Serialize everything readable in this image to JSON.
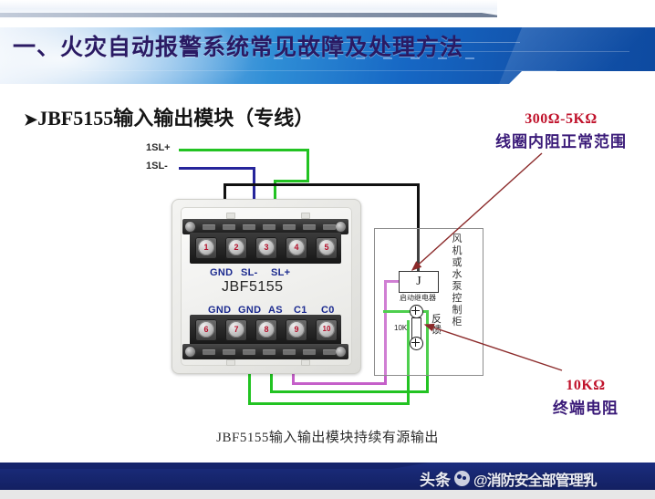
{
  "banner": {
    "title": "一、火灾自动报警系统常见故障及处理方法"
  },
  "subtitle": {
    "bullet": "➤",
    "text": "JBF5155输入输出模块（专线）"
  },
  "callouts": {
    "coil": {
      "value": "300Ω-5KΩ",
      "description": "线圈内阻正常范围"
    },
    "terminator": {
      "value": "10KΩ",
      "description": "终端电阻"
    }
  },
  "wire_labels": {
    "sl_plus": "1SL+",
    "sl_minus": "1SL-"
  },
  "device": {
    "model": "JBF5155",
    "top_terminals": [
      {
        "number": "1",
        "label": "GND"
      },
      {
        "number": "2",
        "label": "SL-"
      },
      {
        "number": "3",
        "label": "SL+"
      },
      {
        "number": "4",
        "label": ""
      },
      {
        "number": "5",
        "label": ""
      }
    ],
    "bottom_terminals": [
      {
        "number": "6",
        "label": "GND"
      },
      {
        "number": "7",
        "label": "GND"
      },
      {
        "number": "8",
        "label": "AS"
      },
      {
        "number": "9",
        "label": "C1"
      },
      {
        "number": "10",
        "label": "C0"
      }
    ],
    "top_label_group": "GND SL-  SL+",
    "bottom_label_group": "GND GND AS  C1  C0"
  },
  "cabinet": {
    "relay_symbol": "J",
    "relay_caption": "启动继电器",
    "resistor_value": "10K",
    "feedback_label": "反馈",
    "vertical_text": "风机或水泵控制柜"
  },
  "caption": "JBF5155输入输出模块持续有源输出",
  "footer": {
    "platform": "头条",
    "handle": "@消防安全部管理乳"
  },
  "colors": {
    "banner_start": "#e9f1fb",
    "banner_end": "#0e4aa0",
    "title_text": "#2a1a63",
    "callout_value": "#c0122b",
    "callout_desc": "#3a1a78",
    "terminal_label": "#1b2a8f",
    "terminal_number": "#b3102a",
    "wire_green": "#22c322",
    "wire_blue": "#26259b",
    "wire_black": "#111111",
    "wire_magenta": "#c55fc9",
    "arrow": "#8b2a2a",
    "footer_bg": "#15246b"
  }
}
